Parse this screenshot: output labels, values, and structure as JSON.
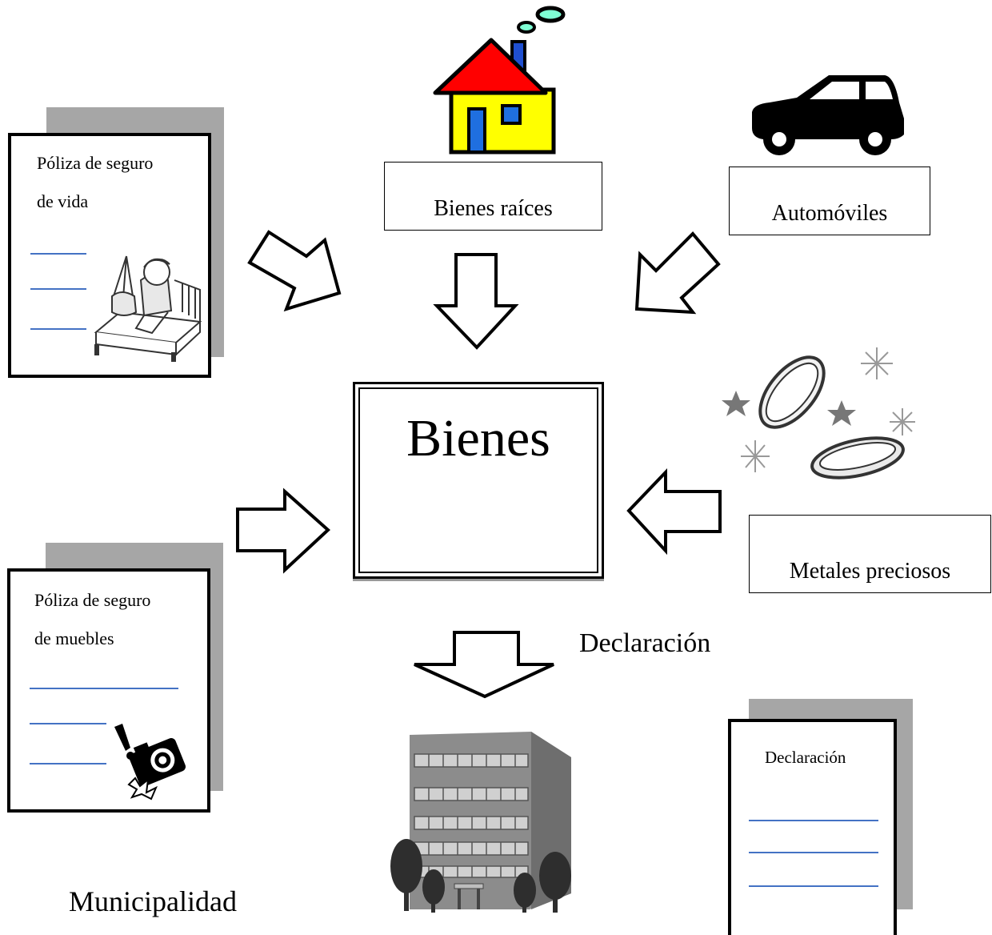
{
  "center": {
    "title": "Bienes"
  },
  "sources": {
    "real_estate": "Bienes raíces",
    "cars": "Automóviles",
    "precious_metals": "Metales preciosos",
    "life_policy": {
      "line1": "Póliza de seguro",
      "line2": "de vida"
    },
    "furniture_policy": {
      "line1": "Póliza de seguro",
      "line2": "de muebles"
    }
  },
  "flow": {
    "declaration_label": "Declaración"
  },
  "declaration_doc": {
    "title": "Declaración"
  },
  "municipality": {
    "label": "Municipalidad"
  },
  "colors": {
    "roof": "#ff0000",
    "house_wall": "#ffff00",
    "house_door": "#1f6fe0",
    "chimney": "#1f4fd0",
    "smoke": "#7fffd4",
    "doc_rule": "#4472c4",
    "doc_shadow": "#a6a6a6",
    "building": "#8c8c8c"
  }
}
